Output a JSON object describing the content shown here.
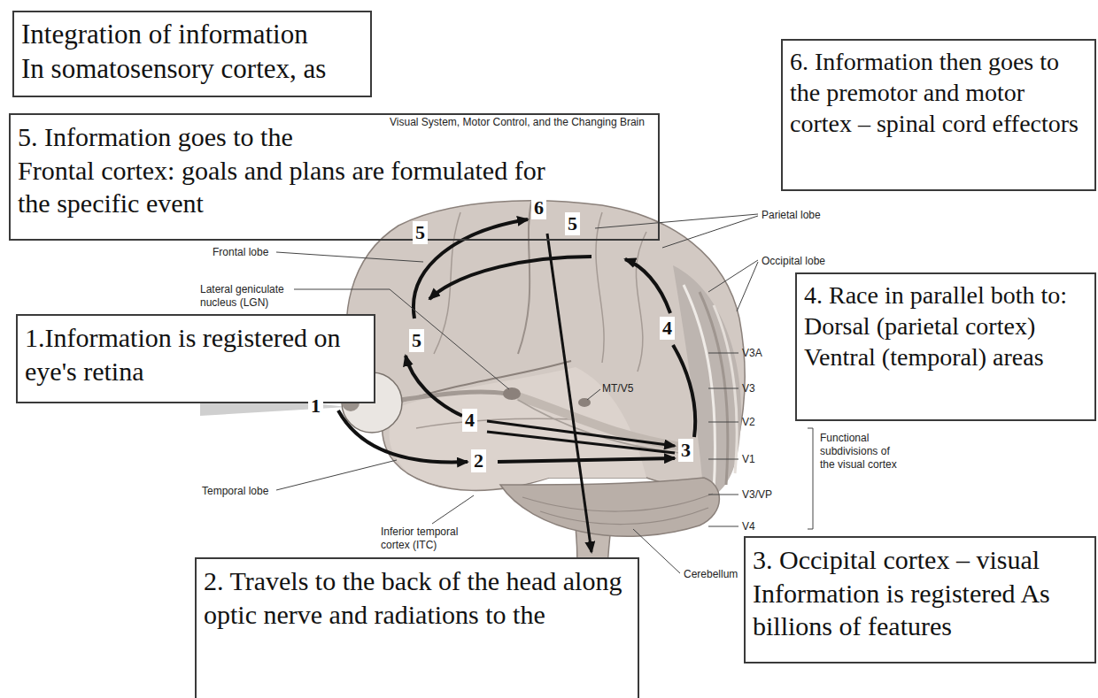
{
  "diagram": {
    "nodes": [
      {
        "text": [
          "Integration of information In somatosensory cortex, as"
        ]
      },
      {
        "text": [
          "5. Information goes to the Frontal cortex: goals and plans are formulated for the specific event"
        ]
      },
      {
        "text": [
          "6. Information then goes to the premotor and motor cortex – spinal cord effectors"
        ]
      },
      {
        "text": [
          "4. Race in parallel both to: Dorsal (parietal cortex) Ventral (temporal) areas"
        ]
      },
      {
        "text": [
          "1.Information is registered on eye's retina"
        ]
      },
      {
        "text": [
          "2. Travels to the back of the head along optic nerve and radiations to the"
        ]
      },
      {
        "text": [
          "3. Occipital cortex – visual Information is registered As billions of features"
        ]
      }
    ],
    "labels": [
      "Visual System, Motor Control, and the Changing Brain",
      "Parietal lobe",
      "Frontal lobe",
      "6",
      "5",
      "5",
      "Occipital lobe",
      "Lateral geniculate nucleus (LGN)",
      "5",
      "4",
      "V3A",
      "1",
      "MT/V5",
      "V3",
      "4",
      "V2",
      "Functional subdivisions of the visual cortex",
      "3",
      "V1",
      "2",
      "Temporal lobe",
      "V3/VP",
      "Inferior temporal cortex (ITC)",
      "V4",
      "Cerebellum"
    ]
  }
}
